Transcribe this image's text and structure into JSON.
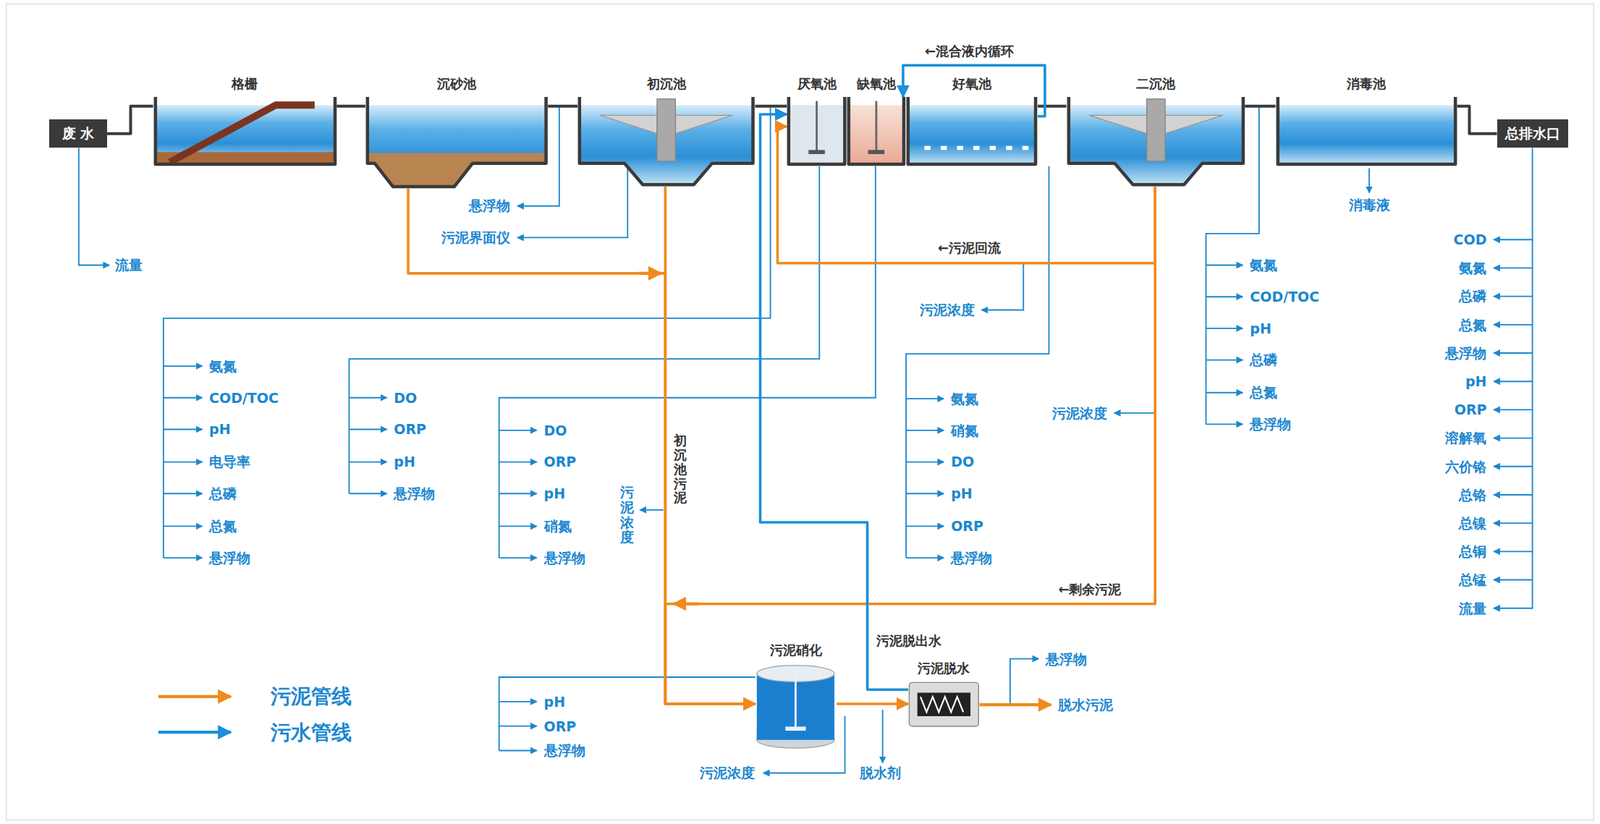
{
  "diagram": {
    "nodes": [
      {
        "text": [
          "废 水"
        ]
      },
      {
        "text": [
          "格栅"
        ]
      },
      {
        "text": [
          "沉砂池"
        ]
      },
      {
        "text": [
          "初沉池"
        ]
      },
      {
        "text": [
          "厌氧池"
        ]
      },
      {
        "text": [
          "缺氧池"
        ]
      },
      {
        "text": [
          "好氧池"
        ]
      },
      {
        "text": [
          "二沉池"
        ]
      },
      {
        "text": [
          "消毒池"
        ]
      },
      {
        "text": [
          "总排水口"
        ]
      },
      {
        "text": [
          "污泥硝化"
        ]
      },
      {
        "text": [
          "污泥脱水"
        ]
      }
    ],
    "edges": [
      {
        "from": 0,
        "to": 1,
        "arrow": "none"
      },
      {
        "from": 1,
        "to": 2,
        "arrow": "none"
      },
      {
        "from": 2,
        "to": 3,
        "arrow": "none"
      },
      {
        "from": 3,
        "to": 4,
        "arrow": "none"
      },
      {
        "from": 6,
        "to": 7,
        "arrow": "none"
      },
      {
        "from": 7,
        "to": 8,
        "arrow": "none"
      },
      {
        "from": 8,
        "to": 9,
        "arrow": "none"
      },
      {
        "from": 6,
        "to": 5,
        "arrow": "to",
        "label": "←混合液内循环"
      },
      {
        "from": 7,
        "to": 4,
        "arrow": "to",
        "label": "←污泥回流"
      },
      {
        "from": 2,
        "to": 10,
        "arrow": "to"
      },
      {
        "from": 3,
        "to": 10,
        "arrow": "to",
        "label": "初沉池污泥"
      },
      {
        "from": 7,
        "to": 10,
        "arrow": "to",
        "label": "←剩余污泥"
      },
      {
        "from": 11,
        "to": 4,
        "arrow": "to",
        "label": "污泥脱出水"
      },
      {
        "from": 10,
        "to": 11,
        "arrow": "to"
      }
    ],
    "labels": [
      "流量",
      "悬浮物",
      "污泥界面仪",
      "污泥浓度",
      "氨氮",
      "COD/TOC",
      "pH",
      "电导率",
      "总磷",
      "总氮",
      "悬浮物",
      "DO",
      "ORP",
      "pH",
      "悬浮物",
      "DO",
      "ORP",
      "pH",
      "硝氮",
      "悬浮物",
      "污泥浓度",
      "氨氮",
      "硝氮",
      "DO",
      "pH",
      "ORP",
      "悬浮物",
      "污泥浓度",
      "氨氮",
      "COD/TOC",
      "pH",
      "总磷",
      "总氮",
      "悬浮物",
      "消毒液",
      "COD",
      "氨氮",
      "总磷",
      "总氮",
      "悬浮物",
      "pH",
      "ORP",
      "溶解氧",
      "六价铬",
      "总铬",
      "总镍",
      "总铜",
      "总锰",
      "流量",
      "悬浮物",
      "脱水污泥",
      "脱水剂",
      "污泥浓度",
      "pH",
      "ORP",
      "悬浮物"
    ],
    "legend": [
      {
        "text": "污泥管线"
      },
      {
        "text": "污水管线"
      }
    ]
  }
}
